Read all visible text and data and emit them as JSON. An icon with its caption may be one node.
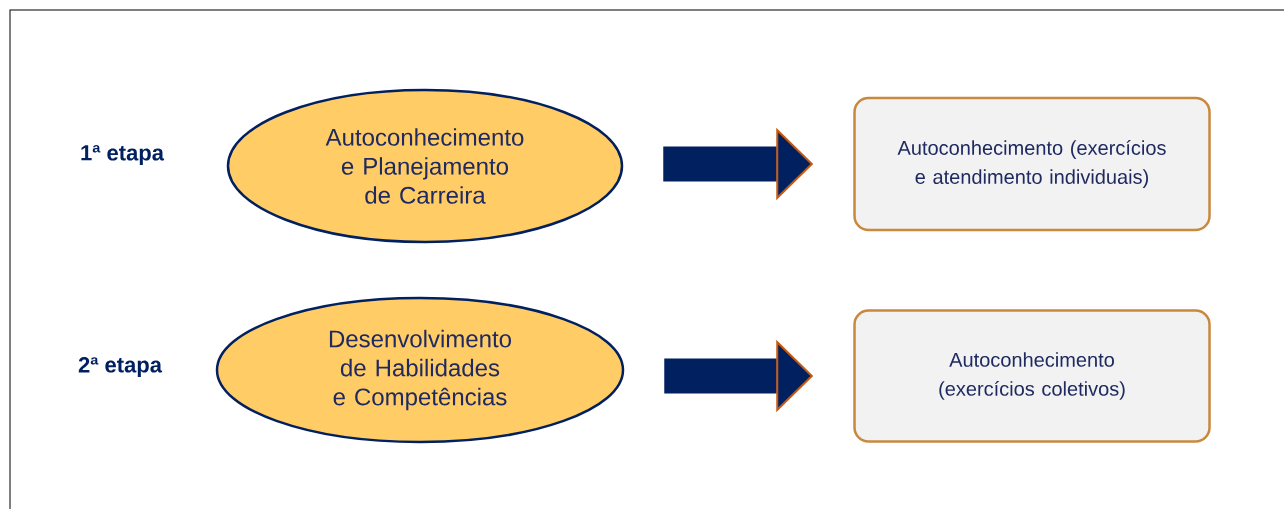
{
  "diagram": {
    "nodes": [
      {
        "text": [
          "Autoconhecimento e Planejamento de Carreira"
        ]
      },
      {
        "text": [
          "Autoconhecimento (exercícios e atendimento individuais)"
        ]
      },
      {
        "text": [
          "Desenvolvimento de Habilidades e Competências"
        ]
      },
      {
        "text": [
          "Autoconhecimento (exercícios coletivos)"
        ]
      }
    ],
    "edges": [
      {
        "from": 0,
        "to": 1,
        "arrow": "to"
      },
      {
        "from": 2,
        "to": 3,
        "arrow": "to"
      }
    ],
    "labels": [
      "1ª etapa",
      "2ª etapa"
    ]
  }
}
